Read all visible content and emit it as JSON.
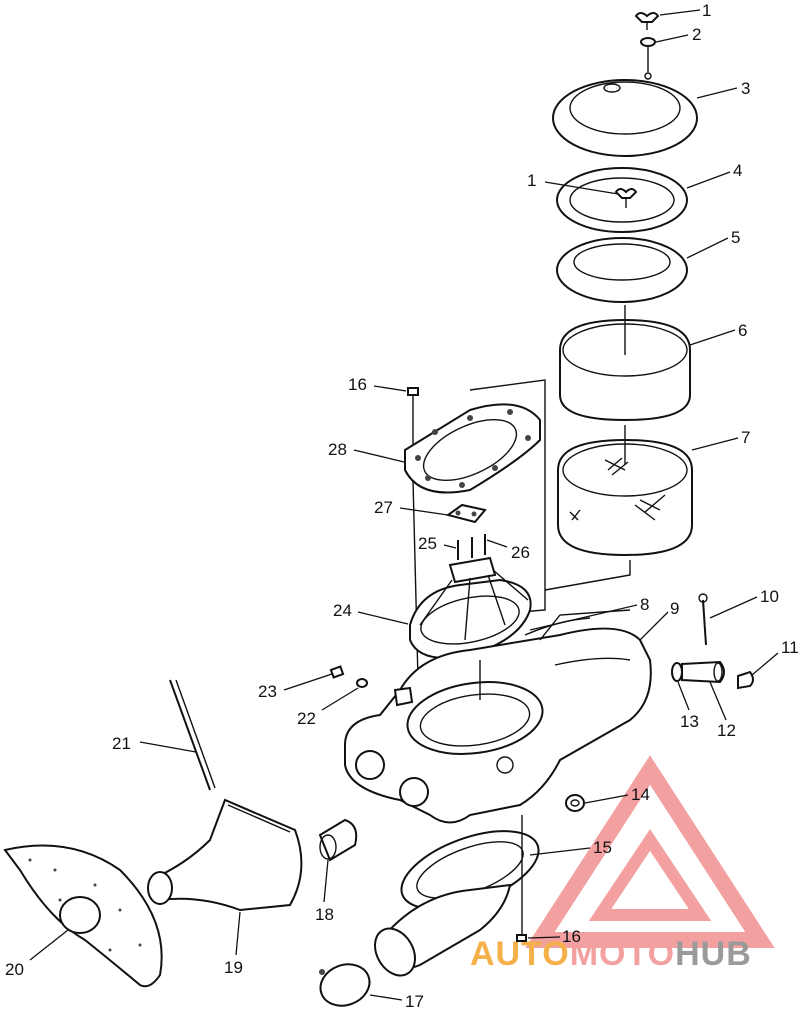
{
  "diagram": {
    "type": "exploded-parts-view",
    "callouts": [
      "1",
      "2",
      "3",
      "1",
      "4",
      "5",
      "6",
      "7",
      "16",
      "28",
      "27",
      "25",
      "26",
      "24",
      "8",
      "9",
      "10",
      "11",
      "13",
      "12",
      "23",
      "22",
      "21",
      "14",
      "15",
      "18",
      "19",
      "20",
      "16",
      "17"
    ]
  },
  "watermark": {
    "brand_part1": "AUTO",
    "brand_part2": "MOTO",
    "brand_part3": "HUB",
    "colors": {
      "orange": "#f6b04a",
      "red": "#f2a0a0",
      "gray": "#9a9a9a"
    }
  }
}
